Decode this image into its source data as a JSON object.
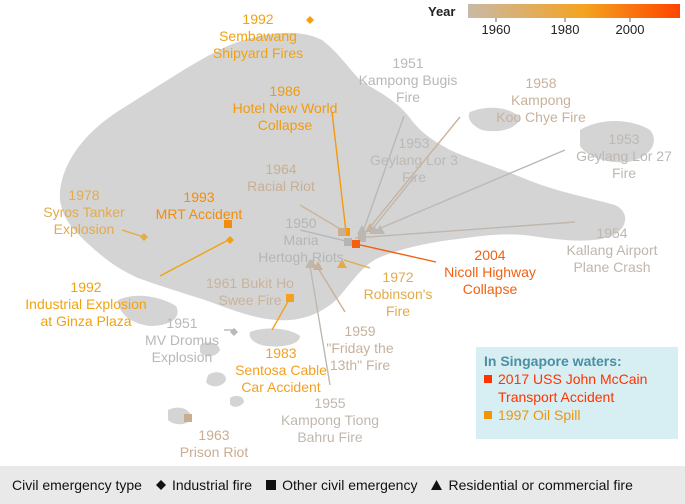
{
  "colorbar": {
    "title": "Year",
    "ticks": [
      "1960",
      "1980",
      "2000"
    ],
    "colors": [
      "#c9b9a6",
      "#f4a320",
      "#ff4400"
    ]
  },
  "events": [
    {
      "year": "1992",
      "name": "Sembawang Shipyard Fires",
      "lines": [
        "1992",
        "Sembawang",
        "Shipyard Fires"
      ],
      "type": "industrial-fire",
      "color": "#f2a20f"
    },
    {
      "year": "1951",
      "name": "Kampong Bugis Fire",
      "lines": [
        "1951",
        "Kampong Bugis",
        "Fire"
      ],
      "type": "residential-fire",
      "color": "#b8b8b8"
    },
    {
      "year": "1958",
      "name": "Kampong Koo Chye Fire",
      "lines": [
        "1958",
        "Kampong",
        "Koo Chye Fire"
      ],
      "type": "residential-fire",
      "color": "#c9b29a"
    },
    {
      "year": "1986",
      "name": "Hotel New World Collapse",
      "lines": [
        "1986",
        "Hotel New World",
        "Collapse"
      ],
      "type": "other-emergency",
      "color": "#f39a0d"
    },
    {
      "year": "1953",
      "name": "Geylang Lor 3 Fire",
      "lines": [
        "1953",
        "Geylang Lor 3",
        "Fire"
      ],
      "type": "residential-fire",
      "color": "#bdb8b3"
    },
    {
      "year": "1953",
      "name": "Geylang Lor 27 Fire",
      "lines": [
        "1953",
        "Geylang Lor 27",
        "Fire"
      ],
      "type": "residential-fire",
      "color": "#bdb8b3"
    },
    {
      "year": "1964",
      "name": "Racial Riot",
      "lines": [
        "1964",
        "Racial Riot"
      ],
      "type": "other-emergency",
      "color": "#c9ae93"
    },
    {
      "year": "1993",
      "name": "MRT Accident",
      "lines": [
        "1993",
        "MRT Accident"
      ],
      "type": "other-emergency",
      "color": "#f28c0a"
    },
    {
      "year": "1978",
      "name": "Syros Tanker Explosion",
      "lines": [
        "1978",
        "Syros Tanker",
        "Explosion"
      ],
      "type": "industrial-fire",
      "color": "#e3ab4a"
    },
    {
      "year": "1950",
      "name": "Maria Hertogh Riots",
      "lines": [
        "1950",
        "Maria",
        "Hertogh Riots"
      ],
      "type": "other-emergency",
      "color": "#b5b5b5"
    },
    {
      "year": "1954",
      "name": "Kallang Airport Plane Crash",
      "lines": [
        "1954",
        "Kallang Airport",
        "Plane Crash"
      ],
      "type": "other-emergency",
      "color": "#bfb7ae"
    },
    {
      "year": "2004",
      "name": "Nicoll Highway Collapse",
      "lines": [
        "2004",
        "Nicoll Highway",
        "Collapse"
      ],
      "type": "other-emergency",
      "color": "#f26010"
    },
    {
      "year": "1992",
      "name": "Industrial Explosion at Ginza Plaza",
      "lines": [
        "1992",
        "Industrial Explosion",
        "at Ginza Plaza"
      ],
      "type": "industrial-fire",
      "color": "#f2a20f"
    },
    {
      "year": "1961",
      "name": "Bukit Ho Swee Fire",
      "lines": [
        "1961 Bukit Ho",
        "Swee Fire"
      ],
      "type": "residential-fire",
      "color": "#c9b39b"
    },
    {
      "year": "1972",
      "name": "Robinson's Fire",
      "lines": [
        "1972",
        "Robinson's",
        "Fire"
      ],
      "type": "residential-fire",
      "color": "#e3ab4a"
    },
    {
      "year": "1951",
      "name": "MV Dromus Explosion",
      "lines": [
        "1951",
        "MV Dromus",
        "Explosion"
      ],
      "type": "industrial-fire",
      "color": "#b8b8b8"
    },
    {
      "year": "1983",
      "name": "Sentosa Cable Car Accident",
      "lines": [
        "1983",
        "Sentosa Cable",
        "Car Accident"
      ],
      "type": "other-emergency",
      "color": "#f5a020"
    },
    {
      "year": "1959",
      "name": "\"Friday the 13th\" Fire",
      "lines": [
        "1959",
        "\"Friday the",
        "13th\" Fire"
      ],
      "type": "residential-fire",
      "color": "#c6b19d"
    },
    {
      "year": "1955",
      "name": "Kampong Tiong Bahru Fire",
      "lines": [
        "1955",
        "Kampong Tiong",
        "Bahru Fire"
      ],
      "type": "residential-fire",
      "color": "#c0b8af"
    },
    {
      "year": "1963",
      "name": "Prison Riot",
      "lines": [
        "1963",
        "Prison Riot"
      ],
      "type": "other-emergency",
      "color": "#c9ad91"
    }
  ],
  "singapore_waters": {
    "title": "In Singapore waters:",
    "items": [
      {
        "label_lines": [
          "2017 USS John McCain",
          "Transport Accident"
        ],
        "color": "#ff3300"
      },
      {
        "label_lines": [
          "1997 Oil Spill"
        ],
        "color": "#f2930a"
      }
    ]
  },
  "legend": {
    "title": "Civil emergency type",
    "items": [
      {
        "label": "Industrial fire",
        "icon": "diamond-icon"
      },
      {
        "label": "Other civil emergency",
        "icon": "square-icon"
      },
      {
        "label": "Residential or commercial fire",
        "icon": "triangle-icon"
      }
    ]
  }
}
